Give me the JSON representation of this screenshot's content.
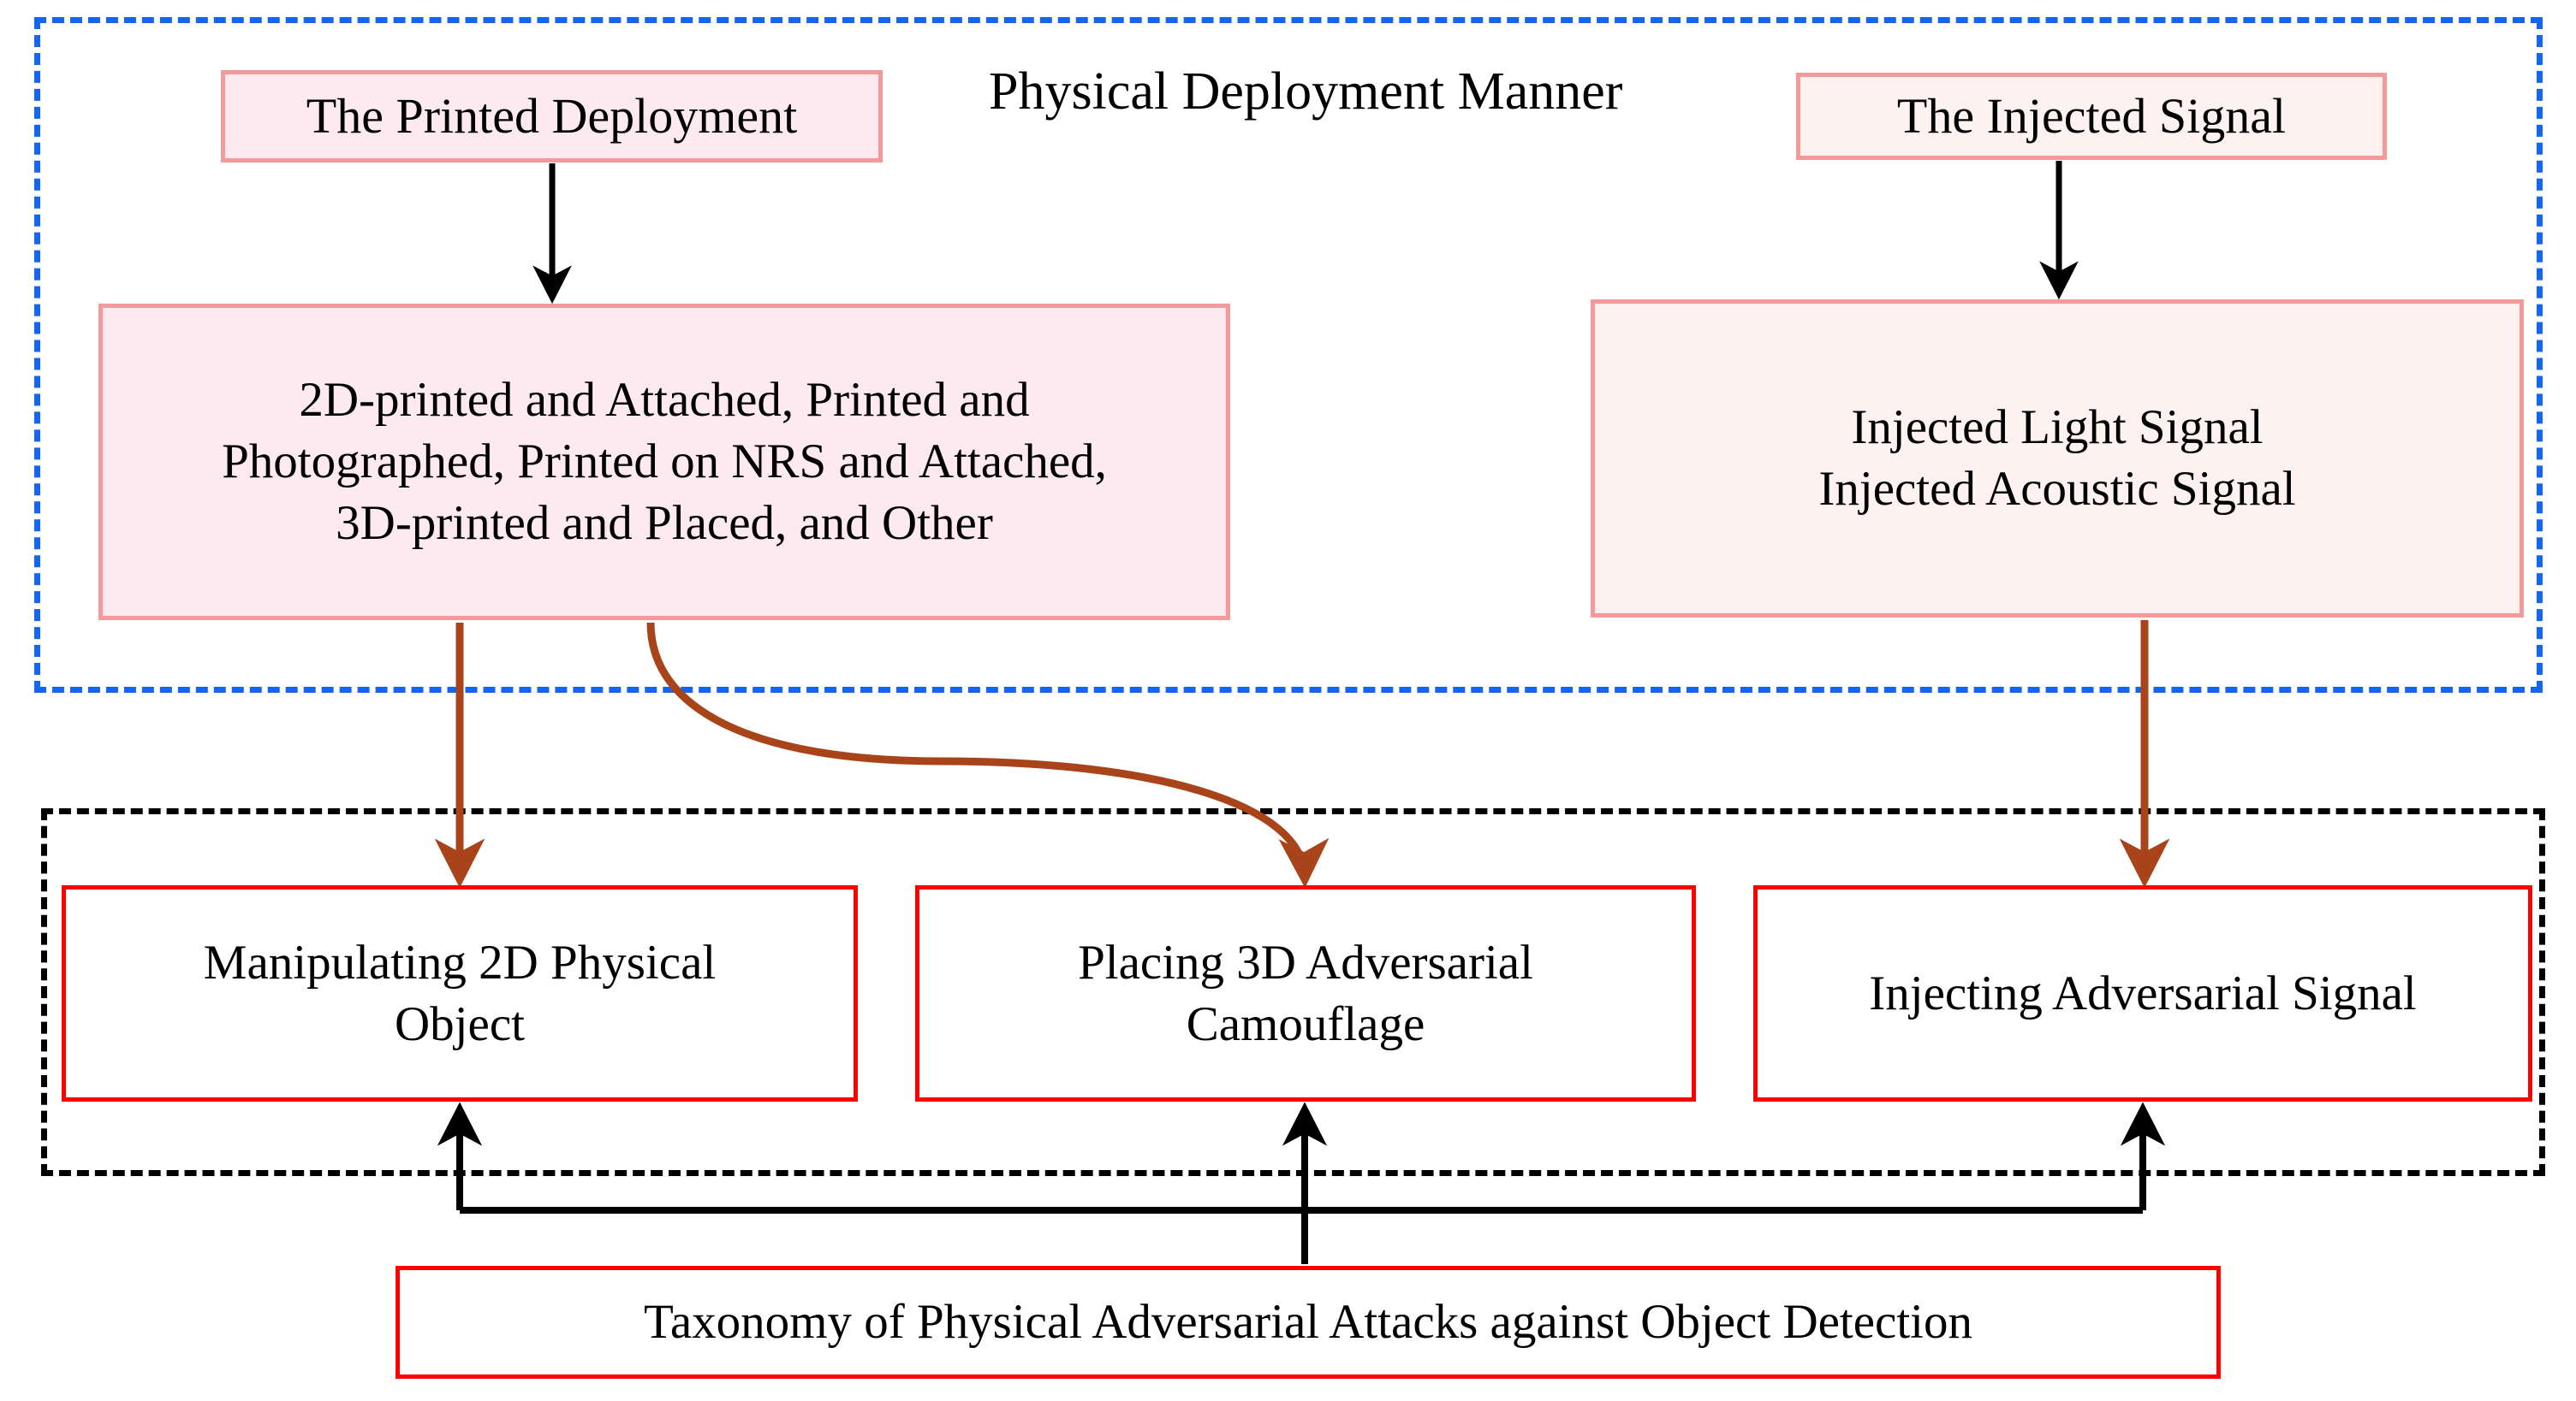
{
  "diagram": {
    "title_group_blue": "Physical Deployment Manner",
    "groups": [
      {
        "name": "physical-deployment-manner",
        "label": "Physical Deployment Manner",
        "border_color": "#1565f5",
        "style": "dashed"
      },
      {
        "name": "attack-category-group",
        "label": "",
        "border_color": "#000000",
        "style": "dashed"
      }
    ],
    "nodes": {
      "printed_deployment": "The Printed Deployment",
      "injected_signal": "The Injected Signal",
      "printed_methods": "2D-printed and Attached, Printed and Photographed, Printed on NRS and Attached, 3D-printed and Placed, and Other",
      "printed_methods_lines": [
        "2D-printed and Attached, Printed and",
        "Photographed, Printed on NRS and Attached,",
        "3D-printed and Placed, and Other"
      ],
      "injected_methods_lines": [
        "Injected Light Signal",
        "Injected Acoustic Signal"
      ],
      "manipulating_2d": "Manipulating 2D Physical Object",
      "manipulating_2d_lines": [
        "Manipulating 2D Physical",
        "Object"
      ],
      "placing_3d": "Placing 3D Adversarial Camouflage",
      "placing_3d_lines": [
        "Placing 3D Adversarial",
        "Camouflage"
      ],
      "injecting_signal": "Injecting Adversarial Signal",
      "taxonomy": "Taxonomy of Physical Adversarial Attacks against Object Detection"
    },
    "colors": {
      "pink_fill": "#fdeaf1",
      "pink_fill_light": "#fdf2f0",
      "pink_border": "#f59a9a",
      "red_border": "#ff0000",
      "blue_dashed": "#1565f5",
      "black_dashed": "#000000",
      "brown_arrow": "#a8431a",
      "black_arrow": "#000000",
      "text": "#000000"
    },
    "edges": [
      {
        "name": "printed-deployment-to-methods",
        "from": "printed_deployment",
        "to": "printed_methods",
        "color": "#000000"
      },
      {
        "name": "injected-signal-to-methods",
        "from": "injected_signal",
        "to": "injected_methods",
        "color": "#000000"
      },
      {
        "name": "printed-methods-to-manipulating-2d",
        "from": "printed_methods",
        "to": "manipulating_2d",
        "color": "#a8431a"
      },
      {
        "name": "printed-methods-to-placing-3d",
        "from": "printed_methods",
        "to": "placing_3d",
        "color": "#a8431a"
      },
      {
        "name": "injected-methods-to-injecting-signal",
        "from": "injected_methods",
        "to": "injecting_signal",
        "color": "#a8431a"
      },
      {
        "name": "taxonomy-to-manipulating-2d",
        "from": "taxonomy",
        "to": "manipulating_2d",
        "color": "#000000"
      },
      {
        "name": "taxonomy-to-placing-3d",
        "from": "taxonomy",
        "to": "placing_3d",
        "color": "#000000"
      },
      {
        "name": "taxonomy-to-injecting-signal",
        "from": "taxonomy",
        "to": "injecting_signal",
        "color": "#000000"
      }
    ]
  }
}
